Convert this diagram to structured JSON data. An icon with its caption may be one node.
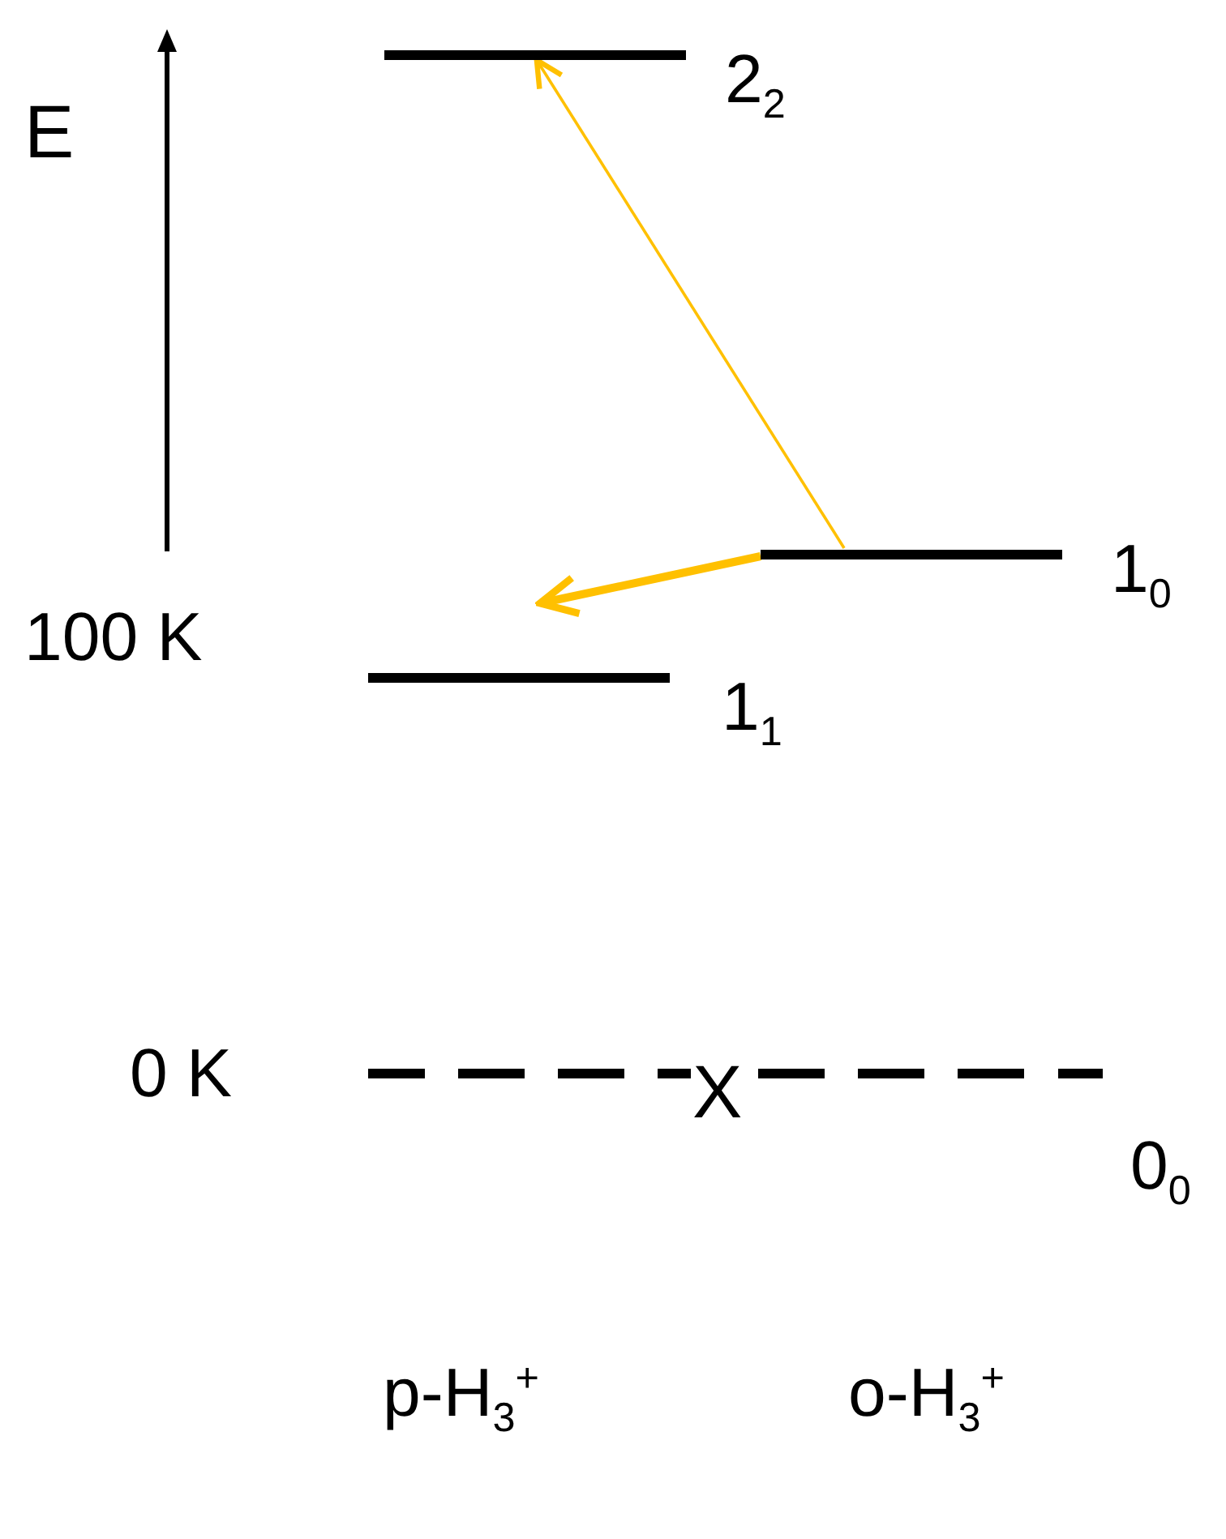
{
  "diagram": {
    "nodes": [
      {
        "text": [
          "2$_{2}$"
        ]
      },
      {
        "text": [
          "1$_{0}$"
        ]
      },
      {
        "text": [
          "1$_{1}$"
        ]
      },
      {
        "text": [
          "0$_{0}$"
        ]
      }
    ],
    "edges": [
      {
        "from": 1,
        "to": 0,
        "arrow": "to",
        "color": "#ffc000"
      },
      {
        "from": 1,
        "to": 2,
        "arrow": "to",
        "style": "thick",
        "color": "#ffc000"
      }
    ],
    "labels": [
      "E",
      "100 K",
      "0 K",
      "X",
      "p-H$_{3}$$^{+}$",
      "o-H$_{3}$$^{+}$"
    ]
  }
}
